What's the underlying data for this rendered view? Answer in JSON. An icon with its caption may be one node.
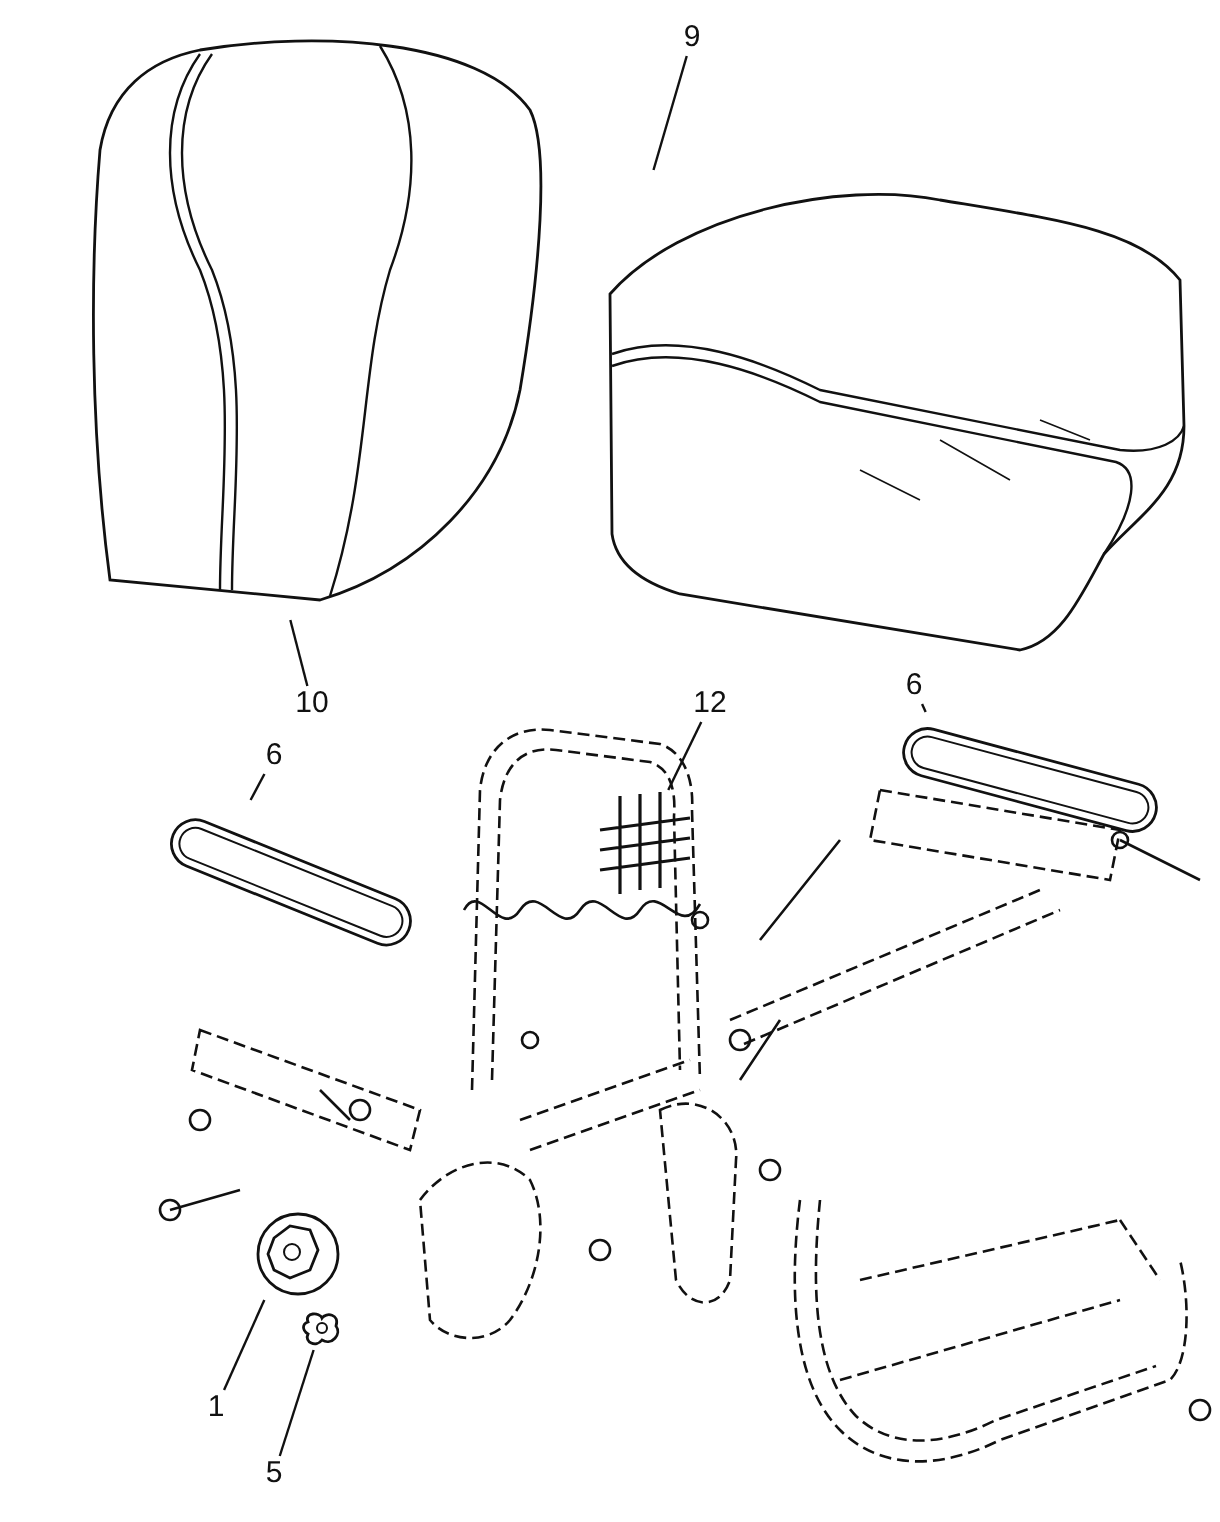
{
  "diagram": {
    "nodes": [
      {
        "text": [
          "9"
        ]
      },
      {
        "text": [],
        "shape": "picture"
      },
      {
        "text": [
          "10"
        ]
      },
      {
        "text": [],
        "shape": "picture"
      },
      {
        "text": [
          "6"
        ]
      },
      {
        "text": [],
        "shape": "picture"
      },
      {
        "text": [
          "12"
        ]
      },
      {
        "text": [],
        "shape": "picture"
      },
      {
        "text": [
          "6"
        ]
      },
      {
        "text": [],
        "shape": "picture"
      },
      {
        "text": [
          "1"
        ]
      },
      {
        "text": [],
        "shape": "picture"
      },
      {
        "text": [
          "5"
        ]
      },
      {
        "text": [],
        "shape": "picture"
      }
    ],
    "edges": [
      {
        "from": 0,
        "to": 1,
        "arrow": "none"
      },
      {
        "from": 2,
        "to": 3,
        "arrow": "none"
      },
      {
        "from": 4,
        "to": 5,
        "arrow": "none"
      },
      {
        "from": 6,
        "to": 7,
        "arrow": "none"
      },
      {
        "from": 8,
        "to": 9,
        "arrow": "none"
      },
      {
        "from": 10,
        "to": 11,
        "arrow": "none"
      },
      {
        "from": 12,
        "to": 13,
        "arrow": "none"
      }
    ]
  }
}
